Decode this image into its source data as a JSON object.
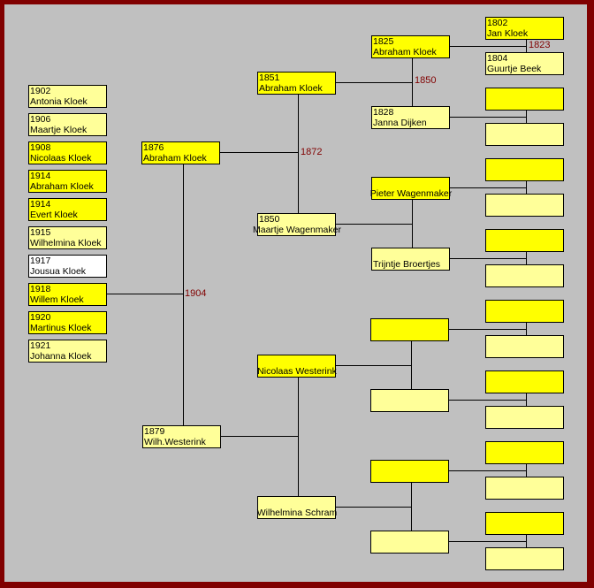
{
  "colors": {
    "frame": "#800000",
    "background": "#c0c0c0",
    "male": "#ffff00",
    "female": "#ffff99",
    "unknown": "#ffffff",
    "marriage_year": "#800000"
  },
  "children": [
    {
      "year": "1902",
      "name": "Antonia Kloek"
    },
    {
      "year": "1906",
      "name": "Maartje Kloek"
    },
    {
      "year": "1908",
      "name": "Nicolaas Kloek"
    },
    {
      "year": "1914",
      "name": "Abraham Kloek"
    },
    {
      "year": "1914",
      "name": "Evert Kloek"
    },
    {
      "year": "1915",
      "name": "Wilhelmina Kloek"
    },
    {
      "year": "1917",
      "name": "Jousua Kloek"
    },
    {
      "year": "1918",
      "name": "Willem Kloek"
    },
    {
      "year": "1920",
      "name": "Martinus Kloek"
    },
    {
      "year": "1921",
      "name": "Johanna Kloek"
    }
  ],
  "parents": {
    "father": {
      "year": "1876",
      "name": "Abraham Kloek"
    },
    "mother": {
      "year": "1879",
      "name": "Wilh.Westerink"
    },
    "marriage": "1904"
  },
  "grandparents": {
    "paternal_father": {
      "year": "1851",
      "name": "Abraham Kloek"
    },
    "paternal_mother": {
      "year": "1850",
      "name": "Maartje Wagenmaker"
    },
    "paternal_marriage": "1872",
    "maternal_father": {
      "name": "Nicolaas Westerink"
    },
    "maternal_mother": {
      "name": "Wilhelmina Schram"
    }
  },
  "great_grandparents": {
    "p1": {
      "year": "1825",
      "name": "Abraham Kloek"
    },
    "p2": {
      "year": "1828",
      "name": "Janna Dijken"
    },
    "p_marriage": "1850",
    "p3": {
      "name": "Pieter Wagenmaker"
    },
    "p4": {
      "name": "Trijntje Broertjes"
    }
  },
  "gg_grandparents": {
    "a1": {
      "year": "1802",
      "name": "Jan Kloek"
    },
    "a2": {
      "year": "1804",
      "name": "Guurtje Beek"
    },
    "a_marriage": "1823"
  }
}
